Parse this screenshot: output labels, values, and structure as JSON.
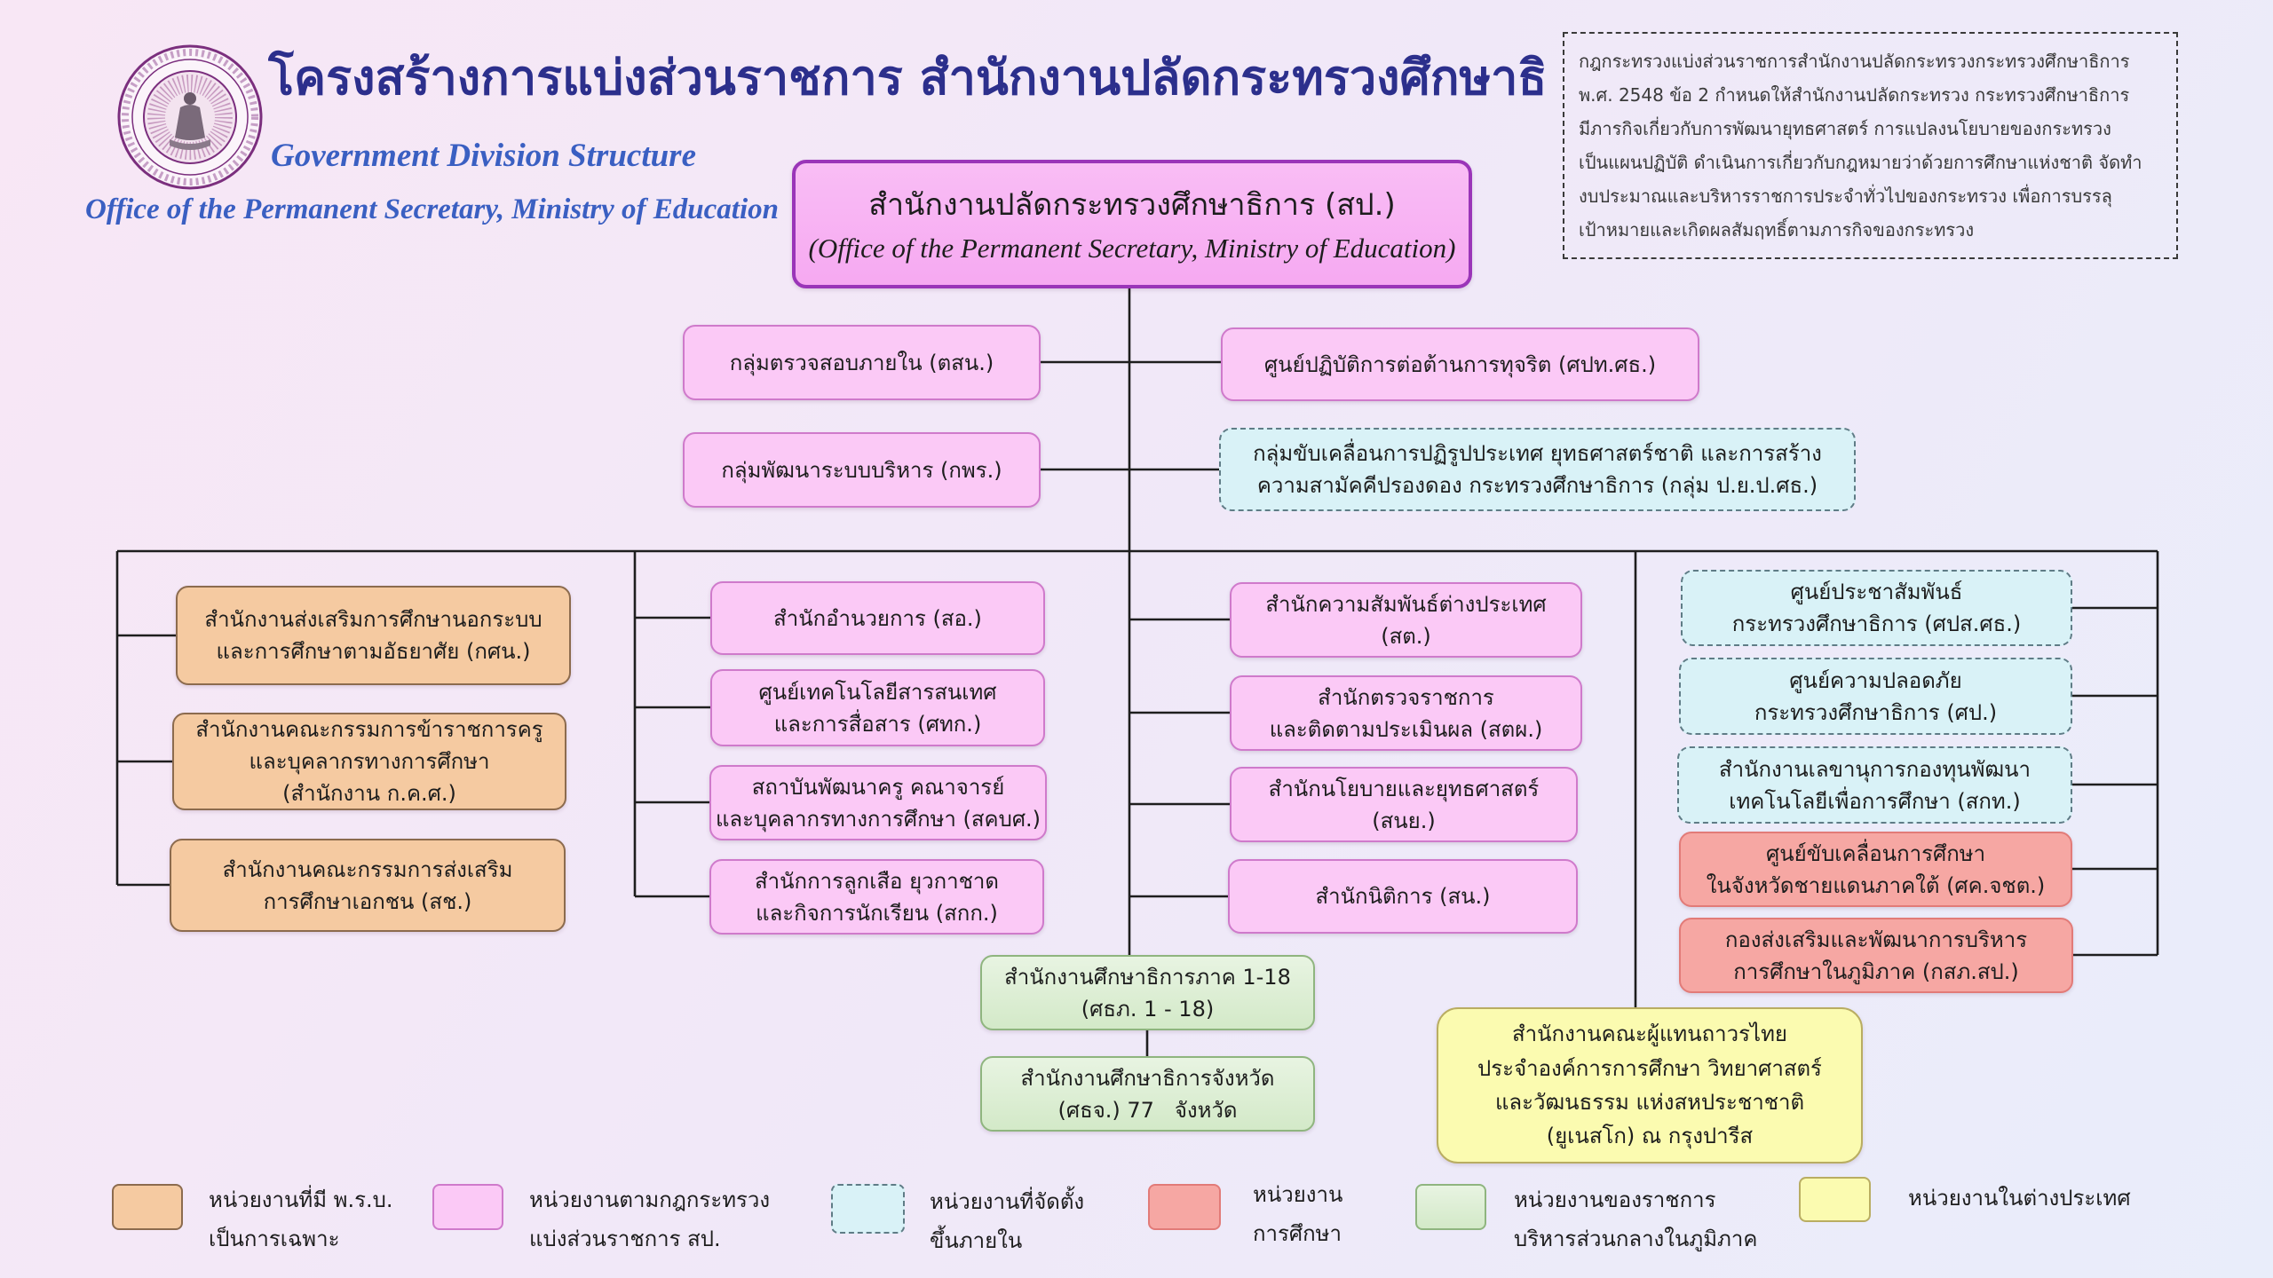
{
  "header": {
    "title": "โครงสร้างการแบ่งส่วนราชการ สำนักงานปลัดกระทรวงศึกษาธิการ",
    "subtitle": "Government Division Structure",
    "office": "Office of the Permanent Secretary, Ministry of Education",
    "logo_icon": "ministry-seal-icon"
  },
  "mandate": [
    "กฎกระทรวงแบ่งส่วนราชการสำนักงานปลัดกระทรวงกระทรวงศึกษาธิการ",
    "พ.ศ. 2548 ข้อ 2 กำหนดให้สำนักงานปลัดกระทรวง กระทรวงศึกษาธิการ",
    "มีภารกิจเกี่ยวกับการพัฒนายุทธศาสตร์ การแปลงนโยบายของกระทรวง",
    "เป็นแผนปฏิบัติ ดำเนินการเกี่ยวกับกฎหมายว่าด้วยการศึกษาแห่งชาติ จัดทำ",
    "งบประมาณและบริหารราชการประจำทั่วไปของกระทรวง เพื่อการบรรลุ",
    "เป้าหมายและเกิดผลสัมฤทธิ์ตามภารกิจของกระทรวง"
  ],
  "root": {
    "name": "สำนักงานปลัดกระทรวงศึกษาธิการ (สป.)",
    "name_en": "(Office of the Permanent Secretary, Ministry of Education)"
  },
  "direct_units": {
    "internal_audit": [
      "กลุ่มตรวจสอบภายใน (ตสน.)"
    ],
    "anti_corruption": [
      "ศูนย์ปฏิบัติการต่อต้านการทุจริต (ศปท.ศธ.)"
    ],
    "admin_development": [
      "กลุ่มพัฒนาระบบบริหาร (กพร.)"
    ],
    "reform_driving": [
      "กลุ่มขับเคลื่อนการปฏิรูปประเทศ ยุทธศาสตร์ชาติ และการสร้าง",
      "ความสามัคคีปรองดอง กระทรวงศึกษาธิการ (กลุ่ม ป.ย.ป.ศธ.)"
    ]
  },
  "column_1": [
    [
      "สำนักงานส่งเสริมการศึกษานอกระบบ",
      "และการศึกษาตามอัธยาศัย (กศน.)"
    ],
    [
      "สำนักงานคณะกรรมการข้าราชการครู",
      "และบุคลากรทางการศึกษา",
      "(สำนักงาน ก.ค.ศ.)"
    ],
    [
      "สำนักงานคณะกรรมการส่งเสริม",
      "การศึกษาเอกชน (สช.)"
    ]
  ],
  "column_2": [
    [
      "สำนักอำนวยการ (สอ.)"
    ],
    [
      "ศูนย์เทคโนโลยีสารสนเทศ",
      "และการสื่อสาร (ศทก.)"
    ],
    [
      "สถาบันพัฒนาครู คณาจารย์",
      "และบุคลากรทางการศึกษา (สคบศ.)"
    ],
    [
      "สำนักการลูกเสือ ยุวกาชาด",
      "และกิจการนักเรียน (สกก.)"
    ]
  ],
  "column_3": [
    [
      "สำนักความสัมพันธ์ต่างประเทศ",
      "(สต.)"
    ],
    [
      "สำนักตรวจราชการ",
      "และติดตามประเมินผล (สตผ.)"
    ],
    [
      "สำนักนโยบายและยุทธศาสตร์",
      "(สนย.)"
    ],
    [
      "สำนักนิติการ (สน.)"
    ]
  ],
  "column_4": [
    [
      "ศูนย์ประชาสัมพันธ์",
      "กระทรวงศึกษาธิการ (ศปส.ศธ.)"
    ],
    [
      "ศูนย์ความปลอดภัย",
      "กระทรวงศึกษาธิการ (ศป.)"
    ],
    [
      "สำนักงานเลขานุการกองทุนพัฒนา",
      "เทคโนโลยีเพื่อการศึกษา (สกท.)"
    ],
    [
      "ศูนย์ขับเคลื่อนการศึกษา",
      "ในจังหวัดชายแดนภาคใต้ (ศค.จชต.)"
    ],
    [
      "กองส่งเสริมและพัฒนาการบริหาร",
      "การศึกษาในภูมิภาค (กสภ.สป.)"
    ]
  ],
  "regional": [
    [
      "สำนักงานศึกษาธิการภาค 1-18",
      "(ศธภ. 1 - 18)"
    ],
    [
      "สำนักงานศึกษาธิการจังหวัด",
      "(ศธจ.) 77   จังหวัด"
    ]
  ],
  "overseas": [
    "สำนักงานคณะผู้แทนถาวรไทย",
    "ประจำองค์การการศึกษา วิทยาศาสตร์",
    "และวัฒนธรรม แห่งสหประชาชาติ",
    "(ยูเนสโก) ณ กรุงปารีส"
  ],
  "legend": [
    {
      "lines": [
        "หน่วยงานที่มี พ.ร.บ.",
        "เป็นการเฉพาะ"
      ]
    },
    {
      "lines": [
        "หน่วยงานตามกฎกระทรวง",
        "แบ่งส่วนราชการ สป."
      ]
    },
    {
      "lines": [
        "หน่วยงานที่จัดตั้ง",
        "ขึ้นภายใน"
      ]
    },
    {
      "lines": [
        "หน่วยงาน",
        "การศึกษา"
      ]
    },
    {
      "lines": [
        "หน่วยงานของราชการ",
        "บริหารส่วนกลางในภูมิภาค"
      ]
    },
    {
      "lines": [
        "หน่วยงานในต่างประเทศ"
      ]
    }
  ],
  "colors": {
    "title": "#2c2f8c",
    "subtitle": "#3a5fc2",
    "root_fill": "#f6a9f1",
    "root_border": "#9a35b8",
    "pink_fill": "#fbc9f6",
    "pink_border": "#cf7acb",
    "orange_fill": "#f5caa1",
    "orange_border": "#8c6b4e",
    "cyan_fill": "#d9f2f7",
    "cyan_border": "#5f7c86",
    "salmon_fill": "#f6a7a3",
    "salmon_border": "#e27b78",
    "green_fill": "#d3e9c8",
    "green_border": "#8fb57f",
    "yellow_fill": "#fbfbb0",
    "yellow_border": "#b9ad62",
    "connector": "#1e1e1e"
  }
}
